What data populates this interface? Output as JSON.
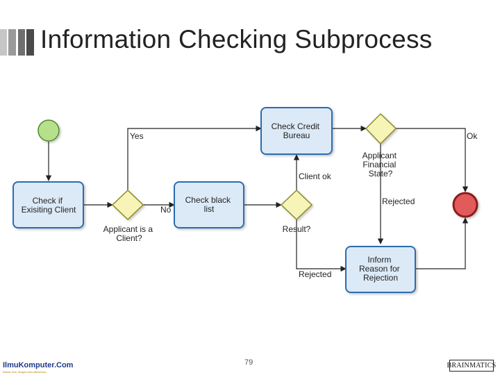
{
  "slide": {
    "title": "Information Checking Subprocess",
    "page_number": "79"
  },
  "diagram": {
    "tasks": {
      "check_existing": [
        "Check if",
        "Exisiting Client"
      ],
      "check_blacklist": [
        "Check black",
        "list"
      ],
      "check_credit": [
        "Check Credit",
        "Bureau"
      ],
      "inform_rejection": [
        "Inform",
        "Reason for",
        "Rejection"
      ]
    },
    "gateway_labels": {
      "applicant_client": [
        "Applicant is a",
        "Client?"
      ],
      "result": [
        "Result?"
      ],
      "financial_state": [
        "Applicant",
        "Financial",
        "State?"
      ]
    },
    "flow_labels": {
      "yes": "Yes",
      "no": "No",
      "client_ok": "Client ok",
      "rejected_from_result": "Rejected",
      "rejected_from_financial": "Rejected",
      "ok": "Ok"
    },
    "colors": {
      "task_fill": "#dce9f6",
      "task_border": "#2b6cb0",
      "gateway_fill": "#f7f4b8",
      "gateway_border": "#8a8a20",
      "start_fill": "#b6e08c",
      "start_border": "#4d8a2a",
      "end_fill": "#e25a5a",
      "end_border": "#8a1e1e"
    }
  },
  "footer": {
    "left_logo": "IlmuKomputer.Com",
    "left_logo_tagline": "Ikatlah ilmu dengan menuliskannya",
    "right_logo": "BRAINMATICS"
  }
}
